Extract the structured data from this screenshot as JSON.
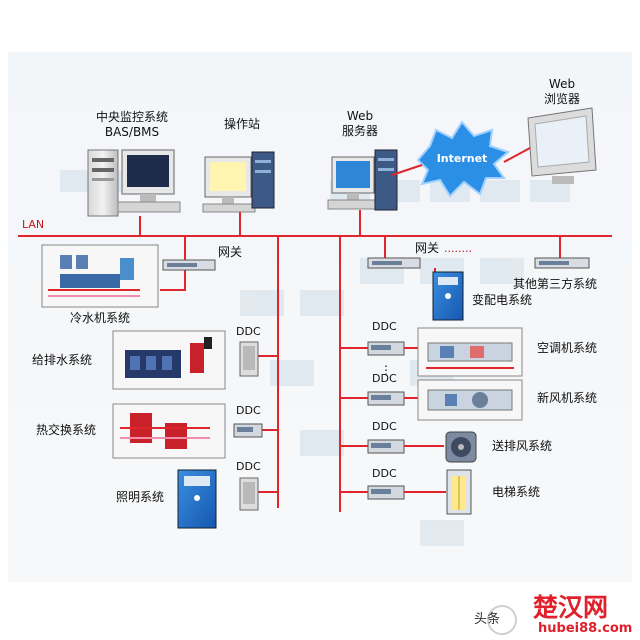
{
  "top": {
    "bas": {
      "line1": "中央监控系统",
      "line2": "BAS/BMS"
    },
    "ops": "操作站",
    "web_server": {
      "line1": "Web",
      "line2": "服务器"
    },
    "internet": "Internet",
    "browser": {
      "line1": "Web",
      "line2": "浏览器"
    }
  },
  "lan": "LAN",
  "gateway_left": "网关",
  "gateway_right": "网关",
  "gateway_dots": "........",
  "third_party": "其他第三方系统",
  "chiller": "冷水机系统",
  "substation": "变配电系统",
  "ddc": "DDC",
  "dots_vertical": "⋮",
  "left_systems": [
    "给排水系统",
    "热交换系统",
    "照明系统"
  ],
  "right_systems": [
    "空调机系统",
    "新风机系统",
    "送排风系统",
    "电梯系统"
  ],
  "watermark": {
    "brand": "楚汉网",
    "url": "hubei88.com",
    "prefix": "头条"
  },
  "colors": {
    "line": "#e0262c",
    "panel": "#f6f6f6",
    "bg_grid": "#dfe7ef"
  }
}
